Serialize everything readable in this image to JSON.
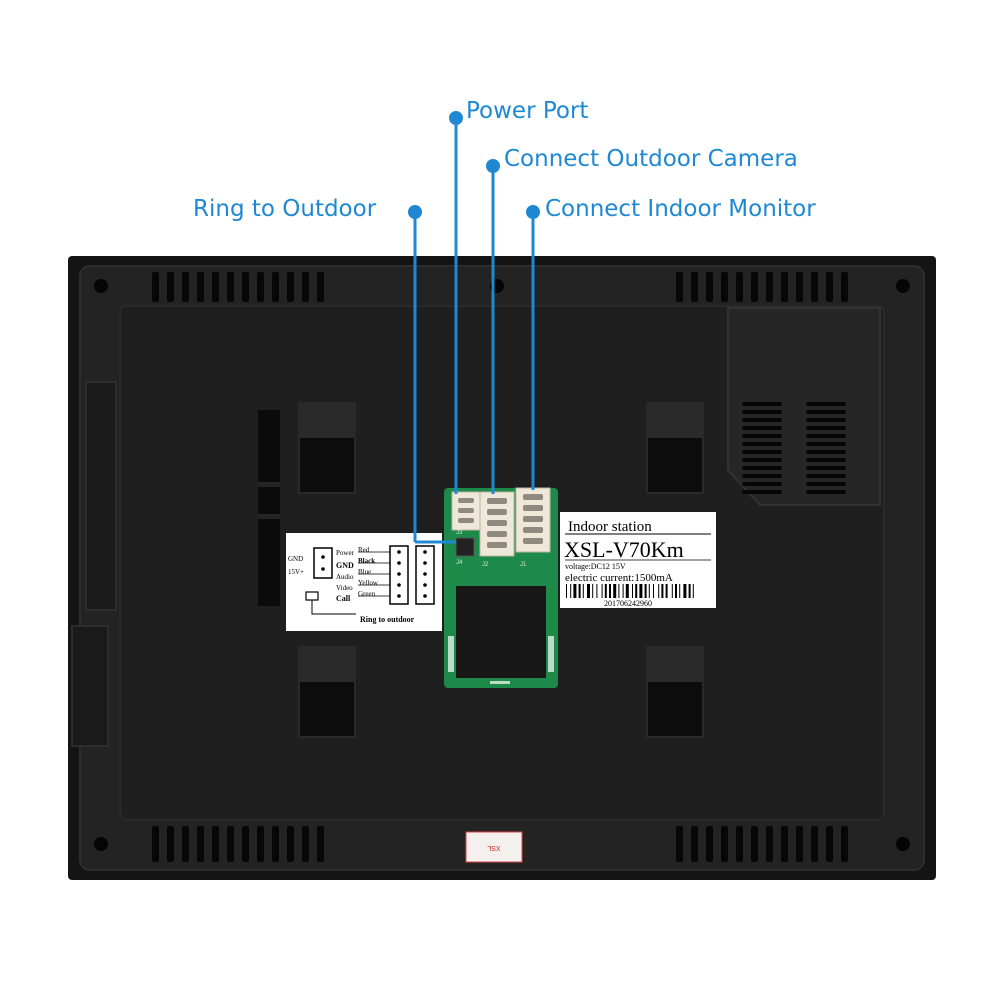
{
  "callouts": {
    "power_port": "Power Port",
    "outdoor_camera": "Connect Outdoor Camera",
    "ring_outdoor": "Ring to Outdoor",
    "indoor_monitor": "Connect Indoor Monitor"
  },
  "wiring_label": {
    "left_pins": [
      "GND",
      "15V+"
    ],
    "functions": [
      "Power",
      "GND",
      "Audio",
      "Video",
      "Call"
    ],
    "colors": [
      "Red",
      "Black",
      "Blue",
      "Yellow",
      "Green"
    ],
    "footer": "Ring to outdoor"
  },
  "board": {
    "j1": "J1",
    "j2": "J2",
    "j3": "J3",
    "j4": "J4"
  },
  "sticker": {
    "title": "Indoor station",
    "model": "XSL-V70Km",
    "voltage": "voltage:DC12  15V",
    "current": "electric current:1500mA",
    "serial": "201706242960"
  },
  "bottom_tag": "XSL",
  "colors": {
    "accent": "#1e88d2",
    "housing": "#1c1c1c",
    "pcb": "#1e8a4a"
  }
}
